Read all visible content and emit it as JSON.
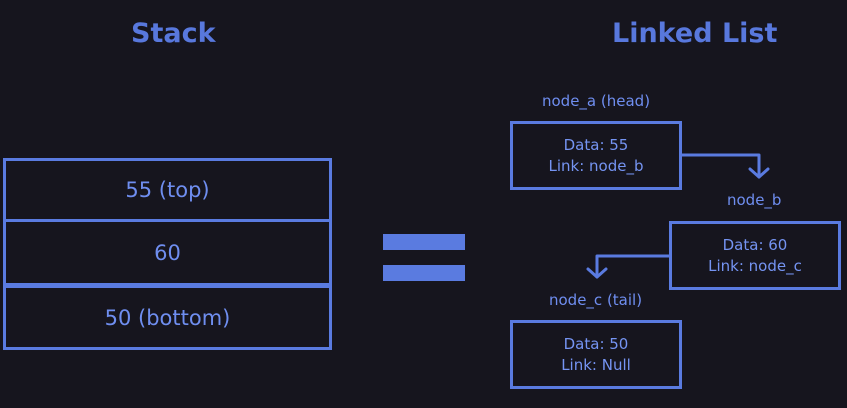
{
  "stack": {
    "heading": "Stack",
    "cells": [
      "55 (top)",
      "60",
      "50 (bottom)"
    ]
  },
  "linked_list": {
    "heading": "Linked List",
    "nodes": [
      {
        "label": "node_a (head)",
        "data": "Data: 55",
        "link": "Link: node_b"
      },
      {
        "label": "node_b",
        "data": "Data: 60",
        "link": "Link: node_c"
      },
      {
        "label": "node_c (tail)",
        "data": "Data: 50",
        "link": "Link: Null"
      }
    ]
  },
  "colors": {
    "background": "#16151e",
    "accent": "#5a7be0",
    "text": "#6f8ef0"
  }
}
